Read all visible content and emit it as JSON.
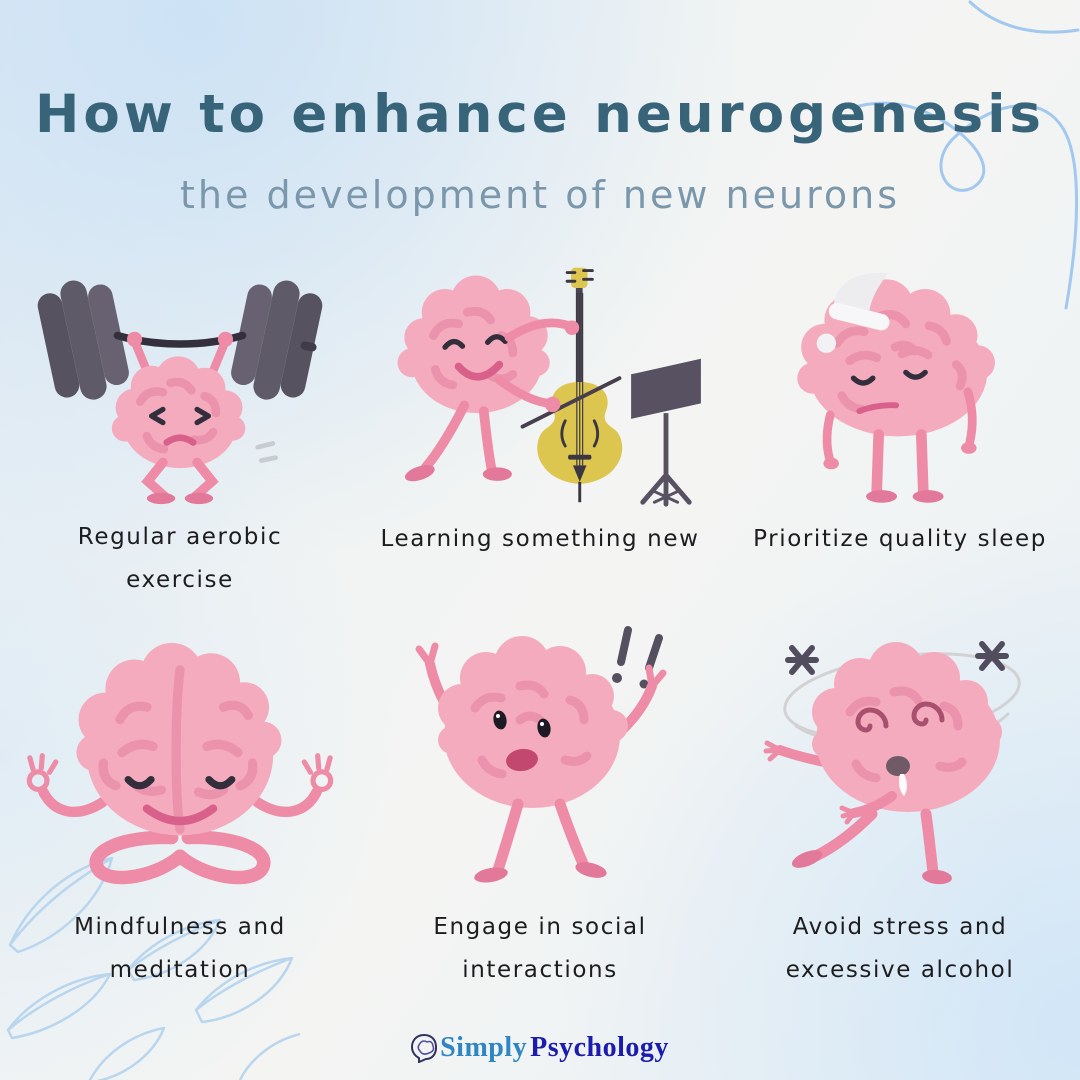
{
  "header": {
    "title": "How to enhance neurogenesis",
    "subtitle": "the development of new neurons"
  },
  "cards": [
    {
      "name": "regular-aerobic-exercise",
      "illustration": "brain-lifting-barbell",
      "lines": [
        "Regular aerobic",
        "exercise"
      ]
    },
    {
      "name": "learning-something-new",
      "illustration": "brain-playing-cello",
      "lines": [
        "Learning something new",
        ""
      ]
    },
    {
      "name": "prioritize-quality-sleep",
      "illustration": "brain-wearing-nightcap",
      "lines": [
        "Prioritize quality sleep",
        ""
      ]
    },
    {
      "name": "mindfulness-and-meditation",
      "illustration": "brain-meditating",
      "lines": [
        "Mindfulness and",
        "meditation"
      ]
    },
    {
      "name": "engage-in-social-interactions",
      "illustration": "brain-celebrating",
      "lines": [
        "Engage in social",
        "interactions"
      ]
    },
    {
      "name": "avoid-stress-and-excessive-alcohol",
      "illustration": "brain-dizzy",
      "lines": [
        "Avoid stress and",
        "excessive alcohol"
      ]
    }
  ],
  "footer": {
    "brand": {
      "first": "Simply",
      "second": "Psychology"
    }
  },
  "colors": {
    "title": "#38647a",
    "subtitle": "#7b97ac",
    "caption": "#1d1d1f",
    "brain_pink": "#f5abbe",
    "brain_fold_pink": "#eb93ac",
    "limb_pink": "#ee8ba6",
    "foot_pink": "#e2789a",
    "mouth_pink": "#d9608a",
    "face_dark": "#322e3c",
    "barbell_gray": "#5f5a68",
    "cello_yellow": "#ddc650",
    "stand_gray": "#575162",
    "nightcap_white": "#ededf0",
    "decor_line_blue": "#a3c8ef",
    "brand_first": "#2f86c4",
    "brand_second": "#1b1bb0"
  }
}
